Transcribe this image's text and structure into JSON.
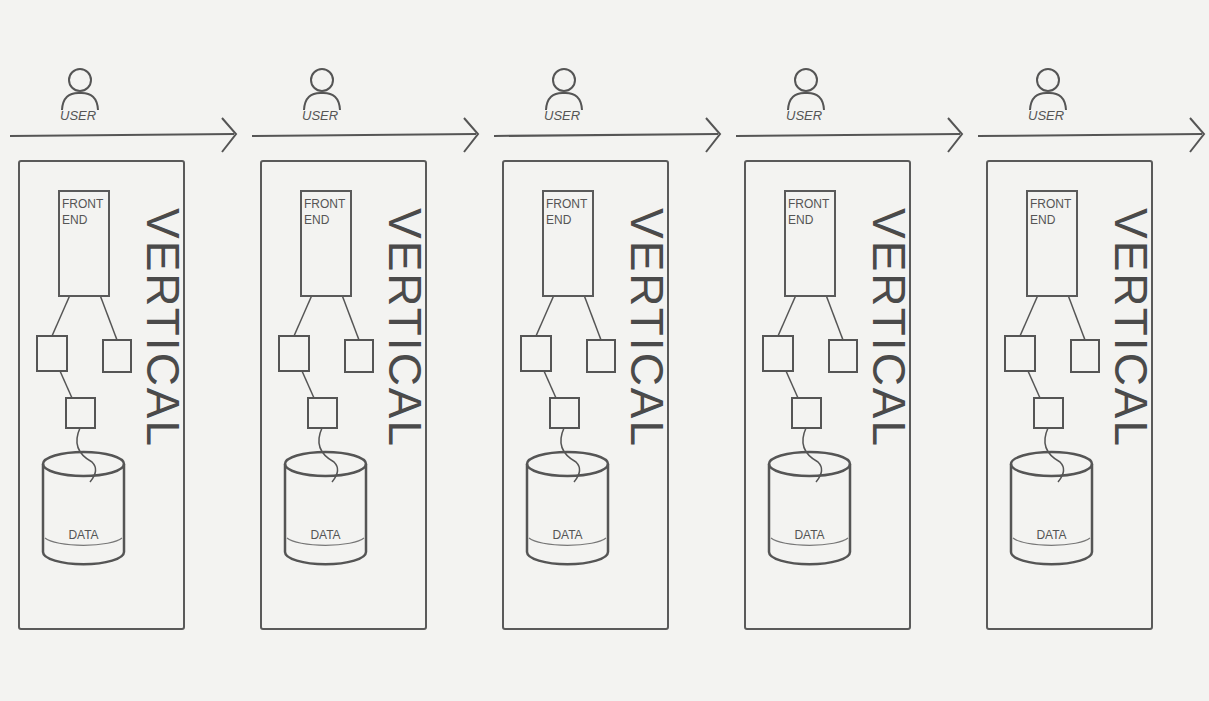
{
  "diagram": {
    "nodes": [
      {
        "text": [
          "VERTICAL"
        ]
      },
      {
        "text": [
          "FRONT END"
        ],
        "in": 0
      },
      {
        "text": [
          "DATA"
        ],
        "in": 0
      },
      {
        "text": [
          "VERTICAL"
        ]
      },
      {
        "text": [
          "FRONT END"
        ],
        "in": 3
      },
      {
        "text": [
          "DATA"
        ],
        "in": 3
      },
      {
        "text": [
          "VERTICAL"
        ]
      },
      {
        "text": [
          "FRONT END"
        ],
        "in": 6
      },
      {
        "text": [
          "DATA"
        ],
        "in": 6
      },
      {
        "text": [
          "VERTICAL"
        ]
      },
      {
        "text": [
          "FRONT END"
        ],
        "in": 9
      },
      {
        "text": [
          "DATA"
        ],
        "in": 9
      },
      {
        "text": [
          "VERTICAL"
        ]
      },
      {
        "text": [
          "FRONT END"
        ],
        "in": 12
      },
      {
        "text": [
          "DATA"
        ],
        "in": 12
      }
    ],
    "labels": [
      "USER",
      "USER",
      "USER",
      "USER",
      "USER"
    ]
  }
}
